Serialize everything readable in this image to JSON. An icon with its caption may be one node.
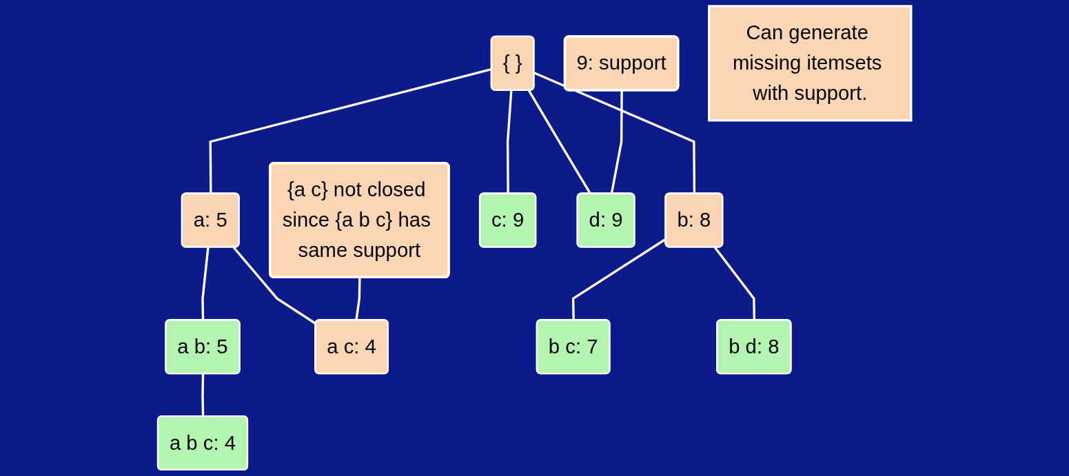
{
  "diagram": {
    "nodes": [
      {
        "text": [
          "{ }"
        ]
      },
      {
        "text": [
          "a: 5"
        ]
      },
      {
        "text": [
          "b: 8"
        ]
      },
      {
        "text": [
          "c: 9"
        ]
      },
      {
        "text": [
          "d: 9"
        ]
      },
      {
        "text": [
          "a b: 5"
        ]
      },
      {
        "text": [
          "a c: 4"
        ]
      },
      {
        "text": [
          "b c: 7"
        ]
      },
      {
        "text": [
          "b d: 8"
        ]
      },
      {
        "text": [
          "a b c: 4"
        ]
      },
      {
        "text": [
          "9: support"
        ]
      },
      {
        "text": [
          "{a c} not closed since {a b c} has same support"
        ]
      },
      {
        "text": [
          "Can generate missing itemsets with support."
        ]
      }
    ],
    "edges": [
      {
        "from": 0,
        "to": 1,
        "arrow": "none"
      },
      {
        "from": 0,
        "to": 2,
        "arrow": "none"
      },
      {
        "from": 0,
        "to": 3,
        "arrow": "none"
      },
      {
        "from": 0,
        "to": 4,
        "arrow": "none"
      },
      {
        "from": 1,
        "to": 5,
        "arrow": "none"
      },
      {
        "from": 1,
        "to": 6,
        "arrow": "none"
      },
      {
        "from": 2,
        "to": 7,
        "arrow": "none"
      },
      {
        "from": 2,
        "to": 8,
        "arrow": "none"
      },
      {
        "from": 5,
        "to": 9,
        "arrow": "none"
      },
      {
        "from": 10,
        "to": 4,
        "arrow": "none"
      },
      {
        "from": 11,
        "to": 6,
        "arrow": "none"
      }
    ]
  }
}
